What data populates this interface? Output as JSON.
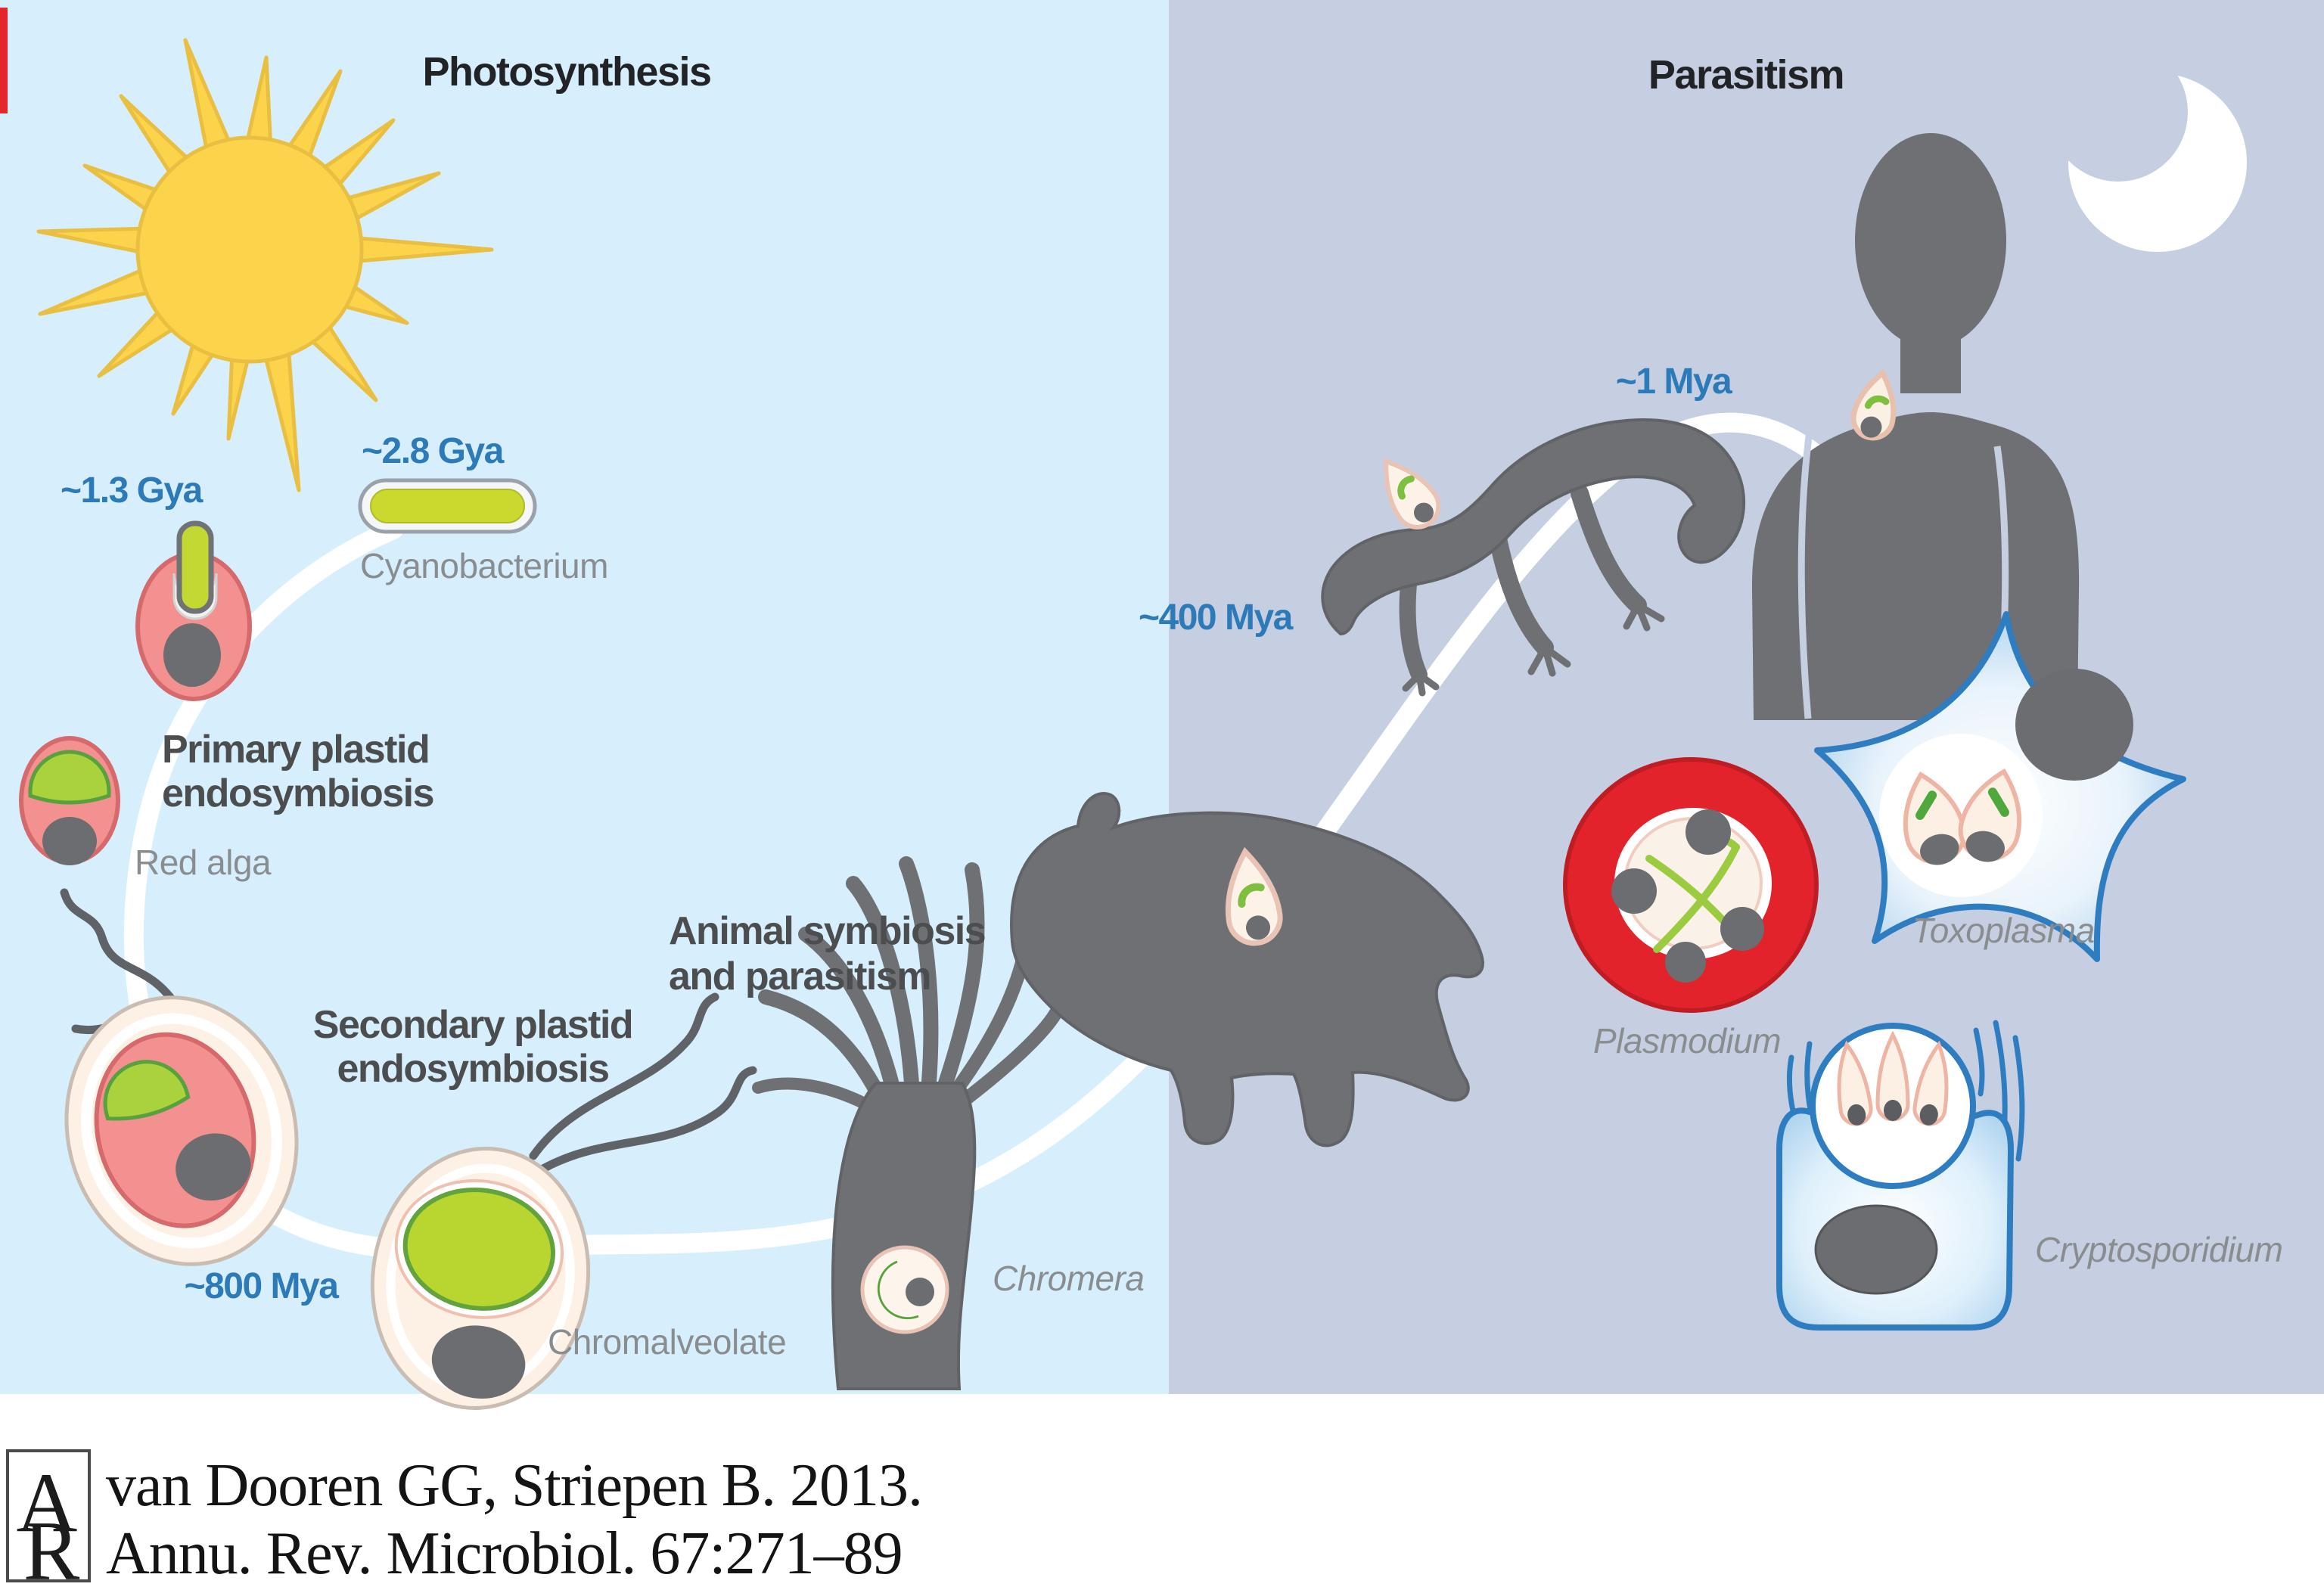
{
  "figure": {
    "left_panel_title": "Photosynthesis",
    "right_panel_title": "Parasitism"
  },
  "timeline_labels": {
    "cyanobacterium": "~2.8 Gya",
    "primary_endosymbiosis": "~1.3 Gya",
    "secondary_endosymbiosis": "~800 Mya",
    "fish": "~400 Mya",
    "human": "~1 Mya"
  },
  "stage_labels": {
    "primary_line1": "Primary plastid",
    "primary_line2": "endosymbiosis",
    "secondary_line1": "Secondary plastid",
    "secondary_line2": "endosymbiosis",
    "animal_line1": "Animal symbiosis",
    "animal_line2": "and parasitism"
  },
  "organism_labels": {
    "cyanobacterium": "Cyanobacterium",
    "red_alga": "Red alga",
    "chromalveolate": "Chromalveolate",
    "chromera": "Chromera",
    "plasmodium": "Plasmodium",
    "toxoplasma": "Toxoplasma",
    "cryptosporidium": "Cryptosporidium"
  },
  "citation": {
    "logo_letter_top": "A",
    "logo_letter_bottom": "R",
    "line1": "van Dooren GG, Striepen B. 2013.",
    "line2": "Annu. Rev. Microbiol. 67:271–89"
  },
  "colors": {
    "left_panel_bg": "#d7eefc",
    "right_panel_bg": "#c5cfe1",
    "timeline_label_blue": "#2c7ab8",
    "organism_label_gray": "#8a8d90",
    "silhouette_gray": "#6e7073",
    "sun_yellow": "#fcd44c",
    "plastid_green": "#b9d630",
    "apicoplast_green": "#8dc63f",
    "host_pink": "#f2918f",
    "cream_cell": "#fdf1e6",
    "plasmodium_red": "#e2232b",
    "host_cell_blue": "#2f7dc1",
    "timeline_arc": "#ffffff"
  }
}
